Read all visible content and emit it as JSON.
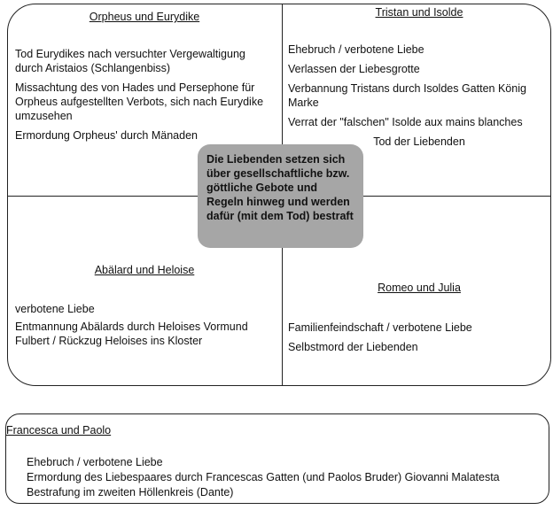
{
  "center": {
    "text": "Die Liebenden setzen sich über gesellschaftliche bzw. göttliche Gebote und Regeln hinweg und werden dafür (mit dem Tod) bestraft"
  },
  "quadrants": {
    "top_left": {
      "title": "Orpheus und Eurydike",
      "items": [
        "Tod Eurydikes nach versuchter Vergewaltigung durch Aristaios (Schlangenbiss)",
        "Missachtung des von Hades und Persephone für Orpheus aufgestellten Verbots, sich nach Eurydike umzusehen",
        "Ermordung Orpheus' durch Mänaden"
      ]
    },
    "top_right": {
      "title": "Tristan und Isolde",
      "items": [
        "Ehebruch / verbotene Liebe",
        "Verlassen der Liebesgrotte",
        "Verbannung Tristans durch Isoldes Gatten König Marke",
        "Verrat der \"falschen\" Isolde aux mains blanches",
        "Tod der Liebenden"
      ]
    },
    "bottom_left": {
      "title": "Abälard und Heloise",
      "items": [
        "verbotene Liebe",
        "Entmannung Abälards durch Heloises Vormund Fulbert / Rückzug Heloises ins Kloster"
      ]
    },
    "bottom_right": {
      "title": "Romeo und Julia",
      "items": [
        "Familienfeindschaft / verbotene Liebe",
        "Selbstmord der Liebenden"
      ]
    }
  },
  "bottom_box": {
    "title": "Francesca und Paolo",
    "items": [
      "Ehebruch / verbotene Liebe",
      "Ermordung des Liebespaares durch Francescas Gatten (und Paolos Bruder) Giovanni Malatesta",
      "Bestrafung im zweiten Höllenkreis (Dante)"
    ]
  }
}
